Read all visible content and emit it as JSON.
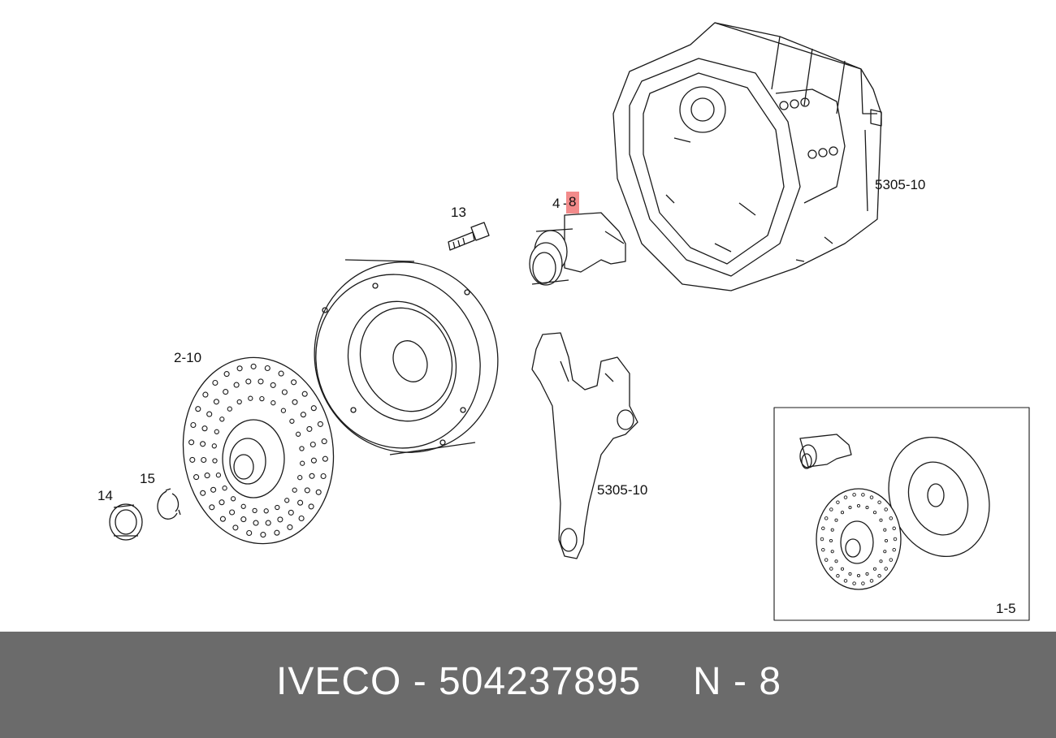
{
  "callouts": {
    "c13": "13",
    "c4": "4",
    "c4_sep": "-",
    "c8": "8",
    "c5305_housing": "5305-10",
    "c2_10": "2-10",
    "c5305_fork": "5305-10",
    "c15": "15",
    "c14": "14",
    "c1_5": "1-5"
  },
  "footer": {
    "part_text": "IVECO - 504237895",
    "ref_text": "N - 8"
  },
  "colors": {
    "highlight": "#f28b8b",
    "footer_bg": "#6b6b6b",
    "line": "#1a1a1a"
  }
}
